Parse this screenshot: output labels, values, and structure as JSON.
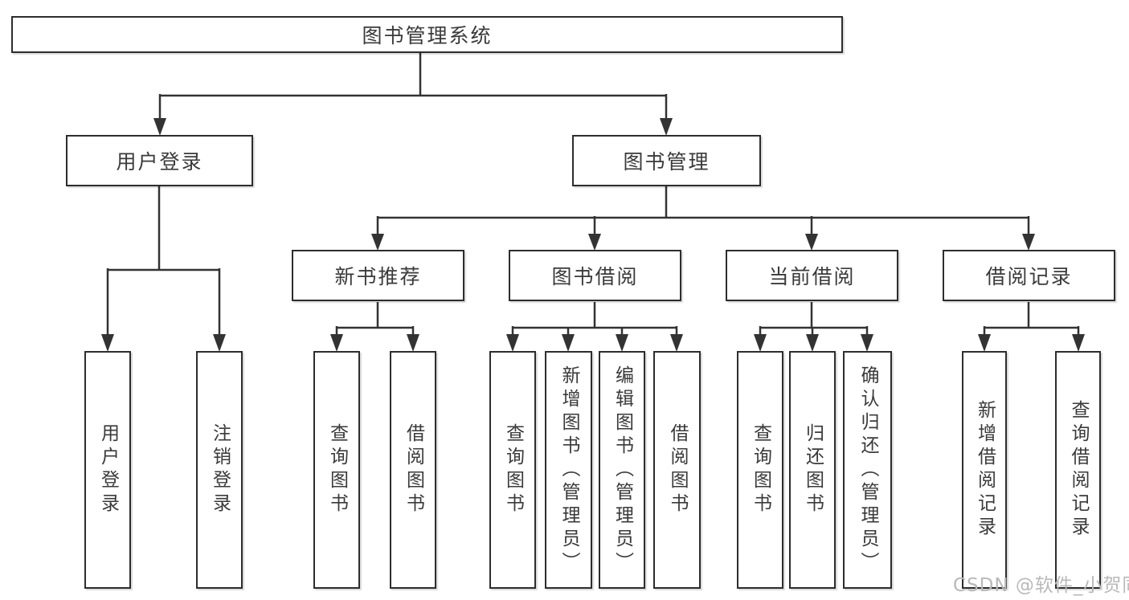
{
  "diagram": {
    "root": {
      "label": "图书管理系统"
    },
    "branches": [
      {
        "label": "用户登录",
        "children": [
          {
            "label": "用户登录"
          },
          {
            "label": "注销登录"
          }
        ]
      },
      {
        "label": "图书管理",
        "children": [
          {
            "label": "新书推荐",
            "children": [
              {
                "label": "查询图书"
              },
              {
                "label": "借阅图书"
              }
            ]
          },
          {
            "label": "图书借阅",
            "children": [
              {
                "label": "查询图书"
              },
              {
                "label": "新增图书（管理员）"
              },
              {
                "label": "编辑图书（管理员）"
              },
              {
                "label": "借阅图书"
              }
            ]
          },
          {
            "label": "当前借阅",
            "children": [
              {
                "label": "查询图书"
              },
              {
                "label": "归还图书"
              },
              {
                "label": "确认归还（管理员）"
              }
            ]
          },
          {
            "label": "借阅记录",
            "children": [
              {
                "label": "新增借阅记录"
              },
              {
                "label": "查询借阅记录"
              }
            ]
          }
        ]
      }
    ]
  },
  "watermark": {
    "text": "CSDN @软件_小贺同学"
  },
  "colors": {
    "line": "#333333",
    "node_border": "#2d2d2d",
    "text": "#3a3a3a",
    "watermark": "#b9b9b9",
    "background": "#ffffff"
  }
}
